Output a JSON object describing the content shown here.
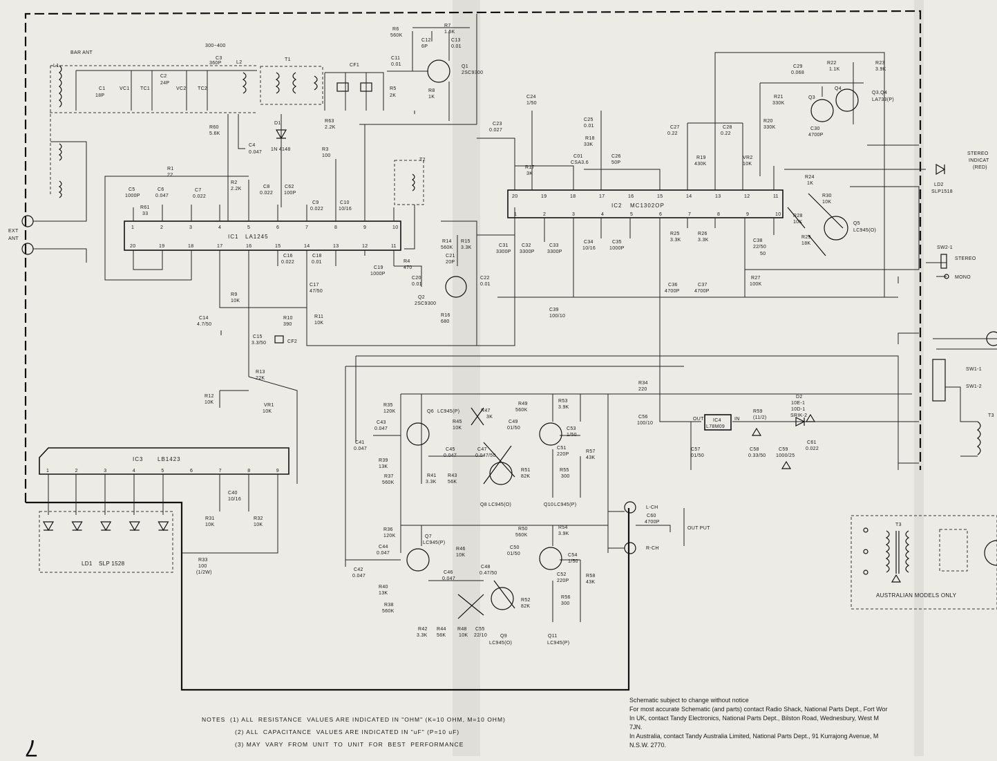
{
  "labels": {
    "bar_ant": "BAR ANT",
    "l1": "L1",
    "c1": "C1",
    "c1_val": "18P",
    "vc1": "VC1",
    "tc1": "TC1",
    "c2": "C2",
    "c2_val": "24P",
    "vc2": "VC2",
    "tc2": "TC2",
    "c3_range": "300~400",
    "c3": "C3",
    "c3_val": "360P",
    "l2": "L2",
    "t1": "T1",
    "cf1": "CF1",
    "r5": "R5",
    "r5_val": "2K",
    "r63": "R63",
    "r63_val": "2.2K",
    "r60": "R60",
    "r60_val": "5.6K",
    "d1": "D1",
    "d1_type": "1N 4148",
    "c4": "C4",
    "c4_val": "0.047",
    "r6": "R6",
    "r6_val": "560K",
    "c12": "C12",
    "c12_val": "6P",
    "r7": "R7",
    "r7_val": "1.5K",
    "c13": "C13",
    "c13_val": "0.01",
    "c11": "C11",
    "c11_val": "0.01",
    "r8": "R8",
    "r8_val": "1K",
    "q1": "Q1",
    "q1_type": "2SC9300",
    "r3": "R3",
    "r3_val": "100",
    "r1": "R1",
    "r1_val": "22",
    "c5": "C5",
    "c5_val": "1000P",
    "c6": "C6",
    "c6_val": "0.047",
    "r61": "R61",
    "r61_val": "33",
    "c7": "C7",
    "c7_val": "0.022",
    "r2": "R2",
    "r2_val": "2.2K",
    "c8": "C8",
    "c8_val": "0.022",
    "c62": "C62",
    "c62_val": "100P",
    "c9": "C9",
    "c9_val": "0.022",
    "c10": "C10",
    "c10_val": "10/16",
    "ic1": "IC1",
    "ic1_type": "LA1245",
    "c16": "C16",
    "c16_val": "0.022",
    "c18": "C18",
    "c18_val": "0.01",
    "c17": "C17",
    "c17_val": "47/50",
    "r9": "R9",
    "r9_val": "10K",
    "c14": "C14",
    "c14_val": "4.7/50",
    "r10": "R10",
    "r10_val": "390",
    "r11": "R11",
    "r11_val": "10K",
    "c15": "C15",
    "c15_val": "3.3/50",
    "cf2": "CF2",
    "r13": "R13",
    "r13_val": "22K",
    "r12": "R12",
    "r12_val": "10K",
    "vr1": "VR1",
    "vr1_val": "10K",
    "ic3": "IC3",
    "ic3_type": "LB1423",
    "c40": "C40",
    "c40_val": "10/16",
    "r31": "R31",
    "r31_val": "10K",
    "r32": "R32",
    "r32_val": "10K",
    "r33": "R33",
    "r33_val": "100",
    "r33_watt": "(1/2W)",
    "ld1": "LD1",
    "ld1_type": "SLP 1528",
    "t2": "T2",
    "r14": "R14",
    "r14_val": "560K",
    "r15": "R15",
    "r15_val": "3.3K",
    "c21": "C21",
    "c21_val": "20P",
    "r4": "R4",
    "r4_val": "470",
    "c19": "C19",
    "c19_val": "1000P",
    "c20": "C20",
    "c20_val": "0.01",
    "q2": "Q2",
    "q2_type": "2SC9300",
    "r16": "R16",
    "r16_val": "680",
    "c22": "C22",
    "c22_val": "0.01",
    "c23": "C23",
    "c23_val": "0.027",
    "c24": "C24",
    "c24_val": "1/50",
    "r17": "R17",
    "r17_val": "3K",
    "c25": "C25",
    "c25_val": "0.01",
    "r18": "R18",
    "r18_val": "33K",
    "c01": "C01",
    "c01_type": "CSA3.6",
    "c26": "C26",
    "c26_val": "50P",
    "c31": "C31",
    "c31_val": "3300P",
    "c32": "C32",
    "c32_val": "3300P",
    "c33": "C33",
    "c33_val": "3300P",
    "c34": "C34",
    "c34_val": "10/16",
    "c35": "C35",
    "c35_val": "1000P",
    "c39": "C39",
    "c39_val": "100/10",
    "ic2": "IC2",
    "ic2_type": "MC1302OP",
    "c27": "C27",
    "c27_val": "0.22",
    "c28": "C28",
    "c28_val": "0.22",
    "r19": "R19",
    "r19_val": "430K",
    "c29": "C29",
    "c29_val": "0.068",
    "r21": "R21",
    "r21_val": "330K",
    "r20": "R20",
    "r20_val": "330K",
    "c30": "C30",
    "c30_val": "4700P",
    "r22": "R22",
    "r22_val": "1.1K",
    "r23": "R23",
    "r23_val": "3.9K",
    "q3q4": "Q3,Q4",
    "q3q4_type": "LA733(P)",
    "vr2": "VR2",
    "vr2_val": "10K",
    "r24": "R24",
    "r24_val": "1K",
    "r25": "R25",
    "r25_val": "3.3K",
    "r26": "R26",
    "r26_val": "3.3K",
    "c36": "C36",
    "c36_val": "4700P",
    "c37": "C37",
    "c37_val": "4700P",
    "c38": "C38",
    "c38_val": "22/50",
    "r27": "R27",
    "r27_val": "100K",
    "r28": "R28",
    "r28_val": "10K",
    "r29": "R29",
    "r29_val": "18K",
    "r30": "R30",
    "r30_val": "10K",
    "q5": "Q5",
    "q5_type": "LC945(O)",
    "stereo_ind": "STEREO",
    "stereo_ind2": "INDICAT",
    "stereo_ind3": "(RED)",
    "ld2": "LD2",
    "ld2_type": "SLP1518",
    "sw2": "SW2-1",
    "sw2_stereo": "STEREO",
    "sw2_mono": "MONO",
    "ext_ant": "EXT",
    "ext_ant2": "ANT",
    "sw1_1": "SW1-1",
    "sw1_2": "SW1-2",
    "r35": "R35",
    "r35_val": "120K",
    "q6": "Q6",
    "q6_type": "LC945(P)",
    "r47": "R47",
    "r47_val": "3K",
    "c43": "C43",
    "c43_val": "0.047",
    "r45": "R45",
    "r45_val": "10K",
    "c49": "C49",
    "c49_val": "01/50",
    "r49": "R49",
    "r49_val": "560K",
    "r53": "R53",
    "r53_val": "3.9K",
    "c53": "C53",
    "c53_val": "1/50",
    "c41": "C41",
    "c41_val": "0.047",
    "c45": "C45",
    "c45_val": "0.047",
    "c47": "C47",
    "c47_val": "0.047/50",
    "c51": "C51",
    "c51_val": "220P",
    "r57": "R57",
    "r57_val": "43K",
    "r39": "R39",
    "r39_val": "13K",
    "r37": "R37",
    "r37_val": "560K",
    "r41": "R41",
    "r41_val": "3.3K",
    "r43": "R43",
    "r43_val": "56K",
    "r51": "R51",
    "r51_val": "82K",
    "r55": "R55",
    "r55_val": "300",
    "q8": "Q8",
    "q8_type": "LC945(O)",
    "q10": "Q10",
    "q10_type": "LC945(P)",
    "r34": "R34",
    "r34_val": "220",
    "c56": "C56",
    "c56_val": "100/10",
    "ic4": "IC4",
    "ic4_type": "L78M09",
    "ic4_out": "OUT",
    "ic4_in": "IN",
    "c57": "C57",
    "c57_val": "01/50",
    "r59": "R59",
    "r59_val": "(11/2)",
    "c58": "C58",
    "c58_val": "0.33/50",
    "c59": "C59",
    "c59_val": "1000/25",
    "d2": "D2",
    "d2_type1": "10E-1",
    "d2_type2": "10D-1",
    "d2_type3": "SRIK-2",
    "c61": "C61",
    "c61_val": "0.022",
    "t3": "T3",
    "l_ch": "L-CH",
    "r_ch": "R-CH",
    "c60": "C60",
    "c60_val": "4700P",
    "output": "OUT PUT",
    "r36": "R36",
    "r36_val": "120K",
    "q7": "Q7",
    "q7_type": "LC945(P)",
    "c44": "C44",
    "c44_val": "0.047",
    "r46": "R46",
    "r46_val": "10K",
    "c50": "C50",
    "c50_val": "01/50",
    "r50": "R50",
    "r50_val": "560K",
    "r54": "R54",
    "r54_val": "3.9K",
    "c54": "C54",
    "c54_val": "1/50",
    "c42": "C42",
    "c42_val": "0.047",
    "c46": "C46",
    "c46_val": "0.047",
    "c48": "C48",
    "c48_val": "0.47/50",
    "c52": "C52",
    "c52_val": "220P",
    "r58": "R58",
    "r58_val": "43K",
    "r40": "R40",
    "r40_val": "13K",
    "r38": "R38",
    "r38_val": "560K",
    "r42": "R42",
    "r42_val": "3.3K",
    "r44": "R44",
    "r44_val": "56K",
    "r48": "R48",
    "r48_val": "10K",
    "c55": "C55",
    "c55_val": "22/10",
    "q9": "Q9",
    "q9_type": "LC945(O)",
    "r52": "R52",
    "r52_val": "82K",
    "r56": "R56",
    "r56_val": "300",
    "q11": "Q11",
    "q11_type": "LC945(P)",
    "australian_models": "AUSTRALIAN  MODELS  ONLY"
  },
  "ic1_pins_top": [
    "1",
    "2",
    "3",
    "4",
    "5",
    "6",
    "7",
    "8",
    "9",
    "10"
  ],
  "ic1_pins_bottom": [
    "20",
    "19",
    "18",
    "17",
    "16",
    "15",
    "14",
    "13",
    "12",
    "11"
  ],
  "ic2_pins_top": [
    "20",
    "19",
    "18",
    "17",
    "16",
    "15",
    "14",
    "13",
    "12",
    "11"
  ],
  "ic2_pins_bottom": [
    "1",
    "2",
    "3",
    "4",
    "5",
    "6",
    "7",
    "8",
    "9",
    "10"
  ],
  "ic3_pins": [
    "1",
    "2",
    "3",
    "4",
    "5",
    "6",
    "7",
    "8",
    "9"
  ],
  "notes": {
    "line1": "NOTES  (1) ALL  RESISTANCE  VALUES ARE INDICATED IN \"OHM\" (K=10 OHM, M=10 OHM)",
    "line2": "(2) ALL  CAPACITANCE  VALUES ARE INDICATED IN \"uF\" (P=10 uF)",
    "line3": "(3) MAY  VARY  FROM  UNIT  TO  UNIT  FOR  BEST  PERFORMANCE"
  },
  "disclaimer": [
    "Schematic subject to change without notice",
    "For most accurate Schematic (and parts) contact Radio Shack, National Parts Dept., Fort Wor",
    "In UK, contact Tandy Electronics, National Parts Dept., Bilston Road, Wednesbury, West M",
    "7JN.",
    "In Australia, contact Tandy Australia Limited, National Parts Dept., 91 Kurrajong Avenue, M",
    "N.S.W. 2770."
  ],
  "page_number": "7"
}
